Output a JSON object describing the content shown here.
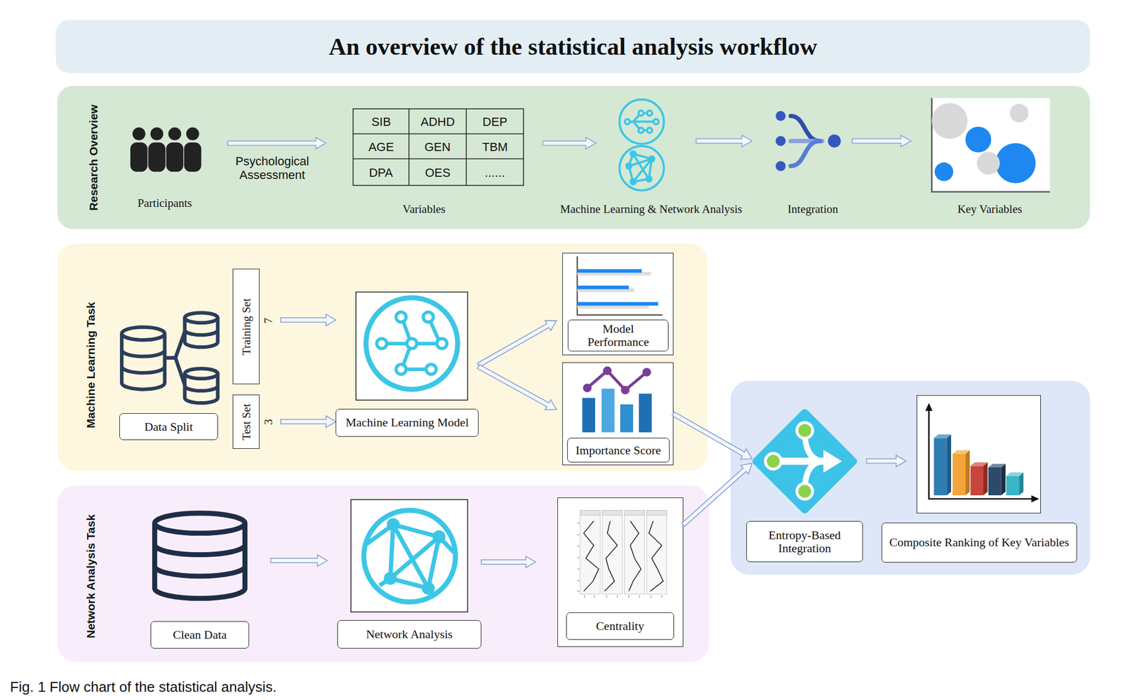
{
  "diagram": {
    "title": "An overview of the statistical analysis workflow",
    "caption": "Fig. 1 Flow chart of the statistical analysis.",
    "nodes": [
      {
        "text": [
          "Research Overview"
        ]
      },
      {
        "text": [
          "Machine Learning Task"
        ]
      },
      {
        "text": [
          "Data Split"
        ],
        "in": 1
      },
      {
        "text": [
          "Training Set",
          "7"
        ],
        "in": 1
      },
      {
        "text": [
          "Test Set",
          "3"
        ],
        "in": 1
      },
      {
        "text": [
          "Machine Learning Model"
        ],
        "in": 1
      },
      {
        "text": [
          "Model Performance"
        ],
        "in": 1
      },
      {
        "text": [
          "Importance Score"
        ],
        "in": 1
      },
      {
        "text": [
          "Network Analysis Task"
        ]
      },
      {
        "text": [
          "Clean Data"
        ],
        "in": 8
      },
      {
        "text": [
          "Network Analysis"
        ],
        "in": 8
      },
      {
        "text": [
          "Centrality"
        ],
        "in": 8
      },
      {
        "text": [
          "Entropy-Based Integration"
        ]
      },
      {
        "text": [
          "Composite Ranking of Key Variables"
        ]
      }
    ],
    "edges": [
      {
        "from": 3,
        "to": 5,
        "arrow": "to"
      },
      {
        "from": 4,
        "to": 5,
        "arrow": "to"
      },
      {
        "from": 5,
        "to": 6,
        "arrow": "to"
      },
      {
        "from": 5,
        "to": 7,
        "arrow": "to"
      },
      {
        "from": 7,
        "to": 12,
        "arrow": "to"
      },
      {
        "from": 9,
        "to": 10,
        "arrow": "to"
      },
      {
        "from": 10,
        "to": 11,
        "arrow": "to"
      },
      {
        "from": 11,
        "to": 12,
        "arrow": "to"
      },
      {
        "from": 12,
        "to": 13,
        "arrow": "to"
      }
    ],
    "labels": [
      "Participants",
      "Psychological Assessment",
      "SIB",
      "ADHD",
      "DEP",
      "AGE",
      "GEN",
      "TBM",
      "DPA",
      "OES",
      "......",
      "Variables",
      "Machine Learning & Network Analysis",
      "Integration",
      "Key Variables"
    ]
  }
}
